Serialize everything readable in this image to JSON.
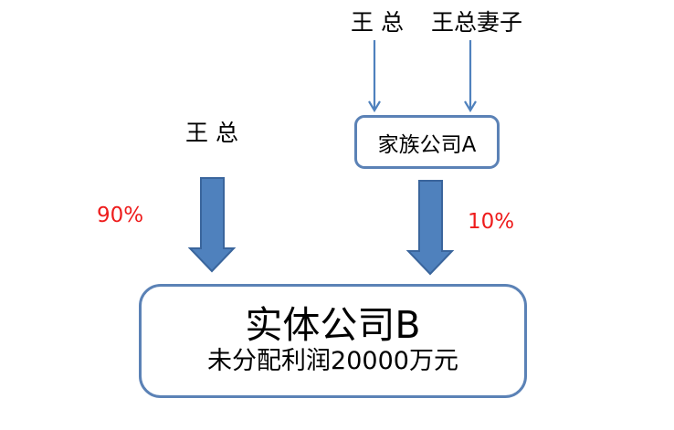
{
  "diagram": {
    "top_people": {
      "wang": "王 总",
      "wife": "王总妻子"
    },
    "left_person": "王 总",
    "family_company": "家族公司A",
    "left_percentage": "90%",
    "right_percentage": "10%",
    "entity_company": {
      "title": "实体公司B",
      "subtitle": "未分配利润20000万元"
    },
    "colors": {
      "box_border": "#5b82b6",
      "arrow_fill": "#4f81bd",
      "arrow_stroke": "#3a659c",
      "thin_arrow": "#4f81bd",
      "percentage_text": "#ee1c1c"
    }
  }
}
